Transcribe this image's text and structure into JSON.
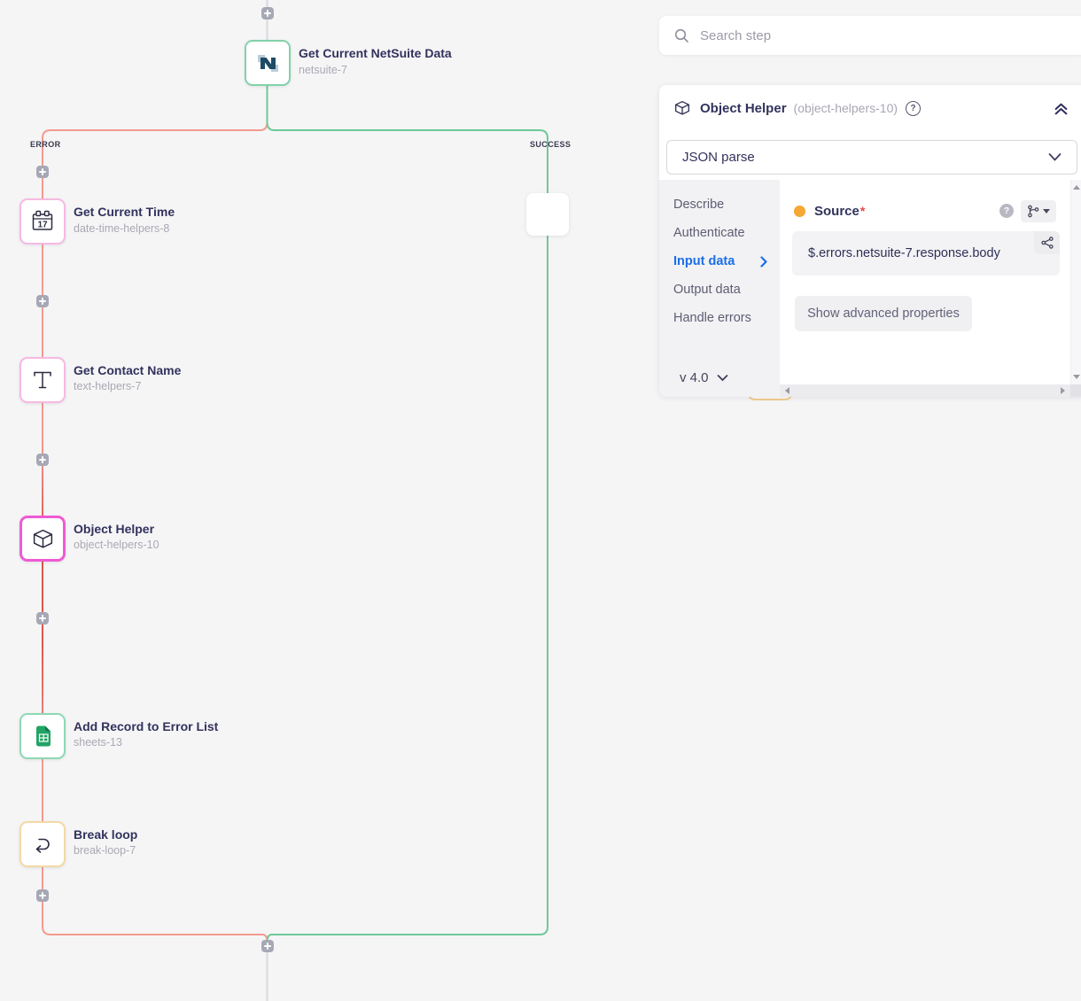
{
  "canvas": {
    "branch_labels": {
      "error": "ERROR",
      "success": "SUCCESS"
    },
    "nodes": [
      {
        "title": "Get Current NetSuite Data",
        "subtitle": "netsuite-7"
      },
      {
        "title": "Get Current Time",
        "subtitle": "date-time-helpers-8",
        "icon_glyph": "17"
      },
      {
        "title": "Get Contact Name",
        "subtitle": "text-helpers-7",
        "icon_glyph": "T"
      },
      {
        "title": "Object Helper",
        "subtitle": "object-helpers-10"
      },
      {
        "title": "Add Record to Error List",
        "subtitle": "sheets-13"
      },
      {
        "title": "Break loop",
        "subtitle": "break-loop-7"
      }
    ]
  },
  "panel": {
    "search": {
      "placeholder": "Search step"
    },
    "header": {
      "title": "Object Helper",
      "id": "(object-helpers-10)",
      "help_glyph": "?"
    },
    "operation": {
      "selected": "JSON parse"
    },
    "tabs": [
      {
        "label": "Describe"
      },
      {
        "label": "Authenticate"
      },
      {
        "label": "Input data"
      },
      {
        "label": "Output data"
      },
      {
        "label": "Handle errors"
      }
    ],
    "version": "v 4.0",
    "input_data": {
      "source_label": "Source",
      "required_marker": "*",
      "help_glyph": "?",
      "value": "$.errors.netsuite-7.response.body",
      "advanced_button": "Show advanced properties"
    }
  },
  "colors": {
    "error_line": "#f49a8e",
    "error_line_active": "#e0544a",
    "success_line": "#6ec998",
    "neutral_line": "#d9d9de",
    "selected_node_border": "#ef5ad3",
    "active_tab": "#1a6ee8",
    "required": "#e5484d",
    "source_dot": "#f5a833"
  }
}
